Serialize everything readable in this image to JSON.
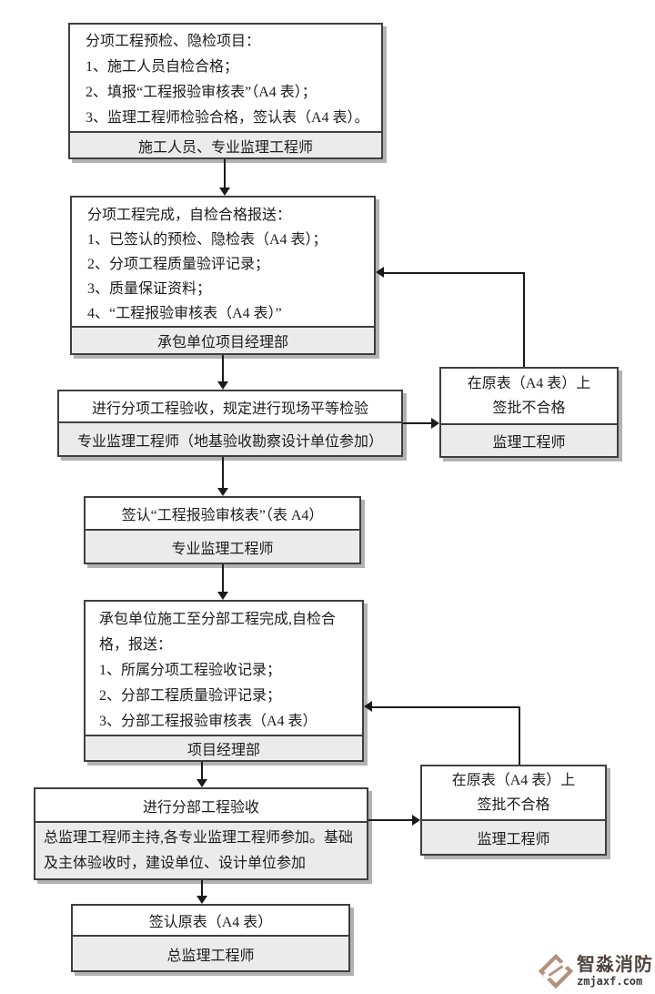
{
  "colors": {
    "border-color": "#3f3f3f",
    "footer-bg": "#ebebeb",
    "line-color": "#1a1a1a",
    "text-color": "#1c1c1c",
    "watermark_logo": "#b5917c",
    "watermark_text": "#4e463f"
  },
  "boxes": {
    "box1": {
      "lines": [
        "分项工程预检、隐检项目：",
        "1、施工人员自检合格；",
        "2、填报“工程报验审核表”（A4 表）；",
        "3、监理工程师检验合格，签认表（A4 表）。"
      ],
      "footer": "施工人员、专业监理工程师"
    },
    "box2": {
      "lines": [
        "分项工程完成，自检合格报送：",
        "1、已签认的预检、隐检表（A4 表）；",
        "2、分项工程质量验评记录；",
        "3、质量保证资料；",
        "4、“工程报验审核表（A4 表）”"
      ],
      "footer": "承包单位项目经理部"
    },
    "box3": {
      "title": "进行分项工程验收，规定进行现场平等检验",
      "footer": "专业监理工程师（地基验收勘察设计单位参加）"
    },
    "reject1": {
      "lines": [
        "在原表（A4 表）上",
        "签批不合格"
      ],
      "footer": "监理工程师"
    },
    "box4": {
      "title": "签认“工程报验审核表”（表 A4）",
      "footer": "专业监理工程师"
    },
    "box5": {
      "lines": [
        "承包单位施工至分部工程完成,自检合格，报送：",
        "1、所属分项工程验收记录；",
        "2、分部工程质量验评记录；",
        "3、分部工程报验审核表（A4 表）"
      ],
      "footer": "项目经理部"
    },
    "box6": {
      "title": "进行分部工程验收",
      "body": "总监理工程师主持,各专业监理工程师参加。基础及主体验收时，建设单位、设计单位参加"
    },
    "reject2": {
      "lines": [
        "在原表（A4 表）上",
        "签批不合格"
      ],
      "footer": "监理工程师"
    },
    "box7": {
      "title": "签认原表（A4 表）",
      "footer": "总监理工程师"
    }
  },
  "watermark": {
    "brand": "智淼消防",
    "domain": "zmjaxf.com"
  }
}
